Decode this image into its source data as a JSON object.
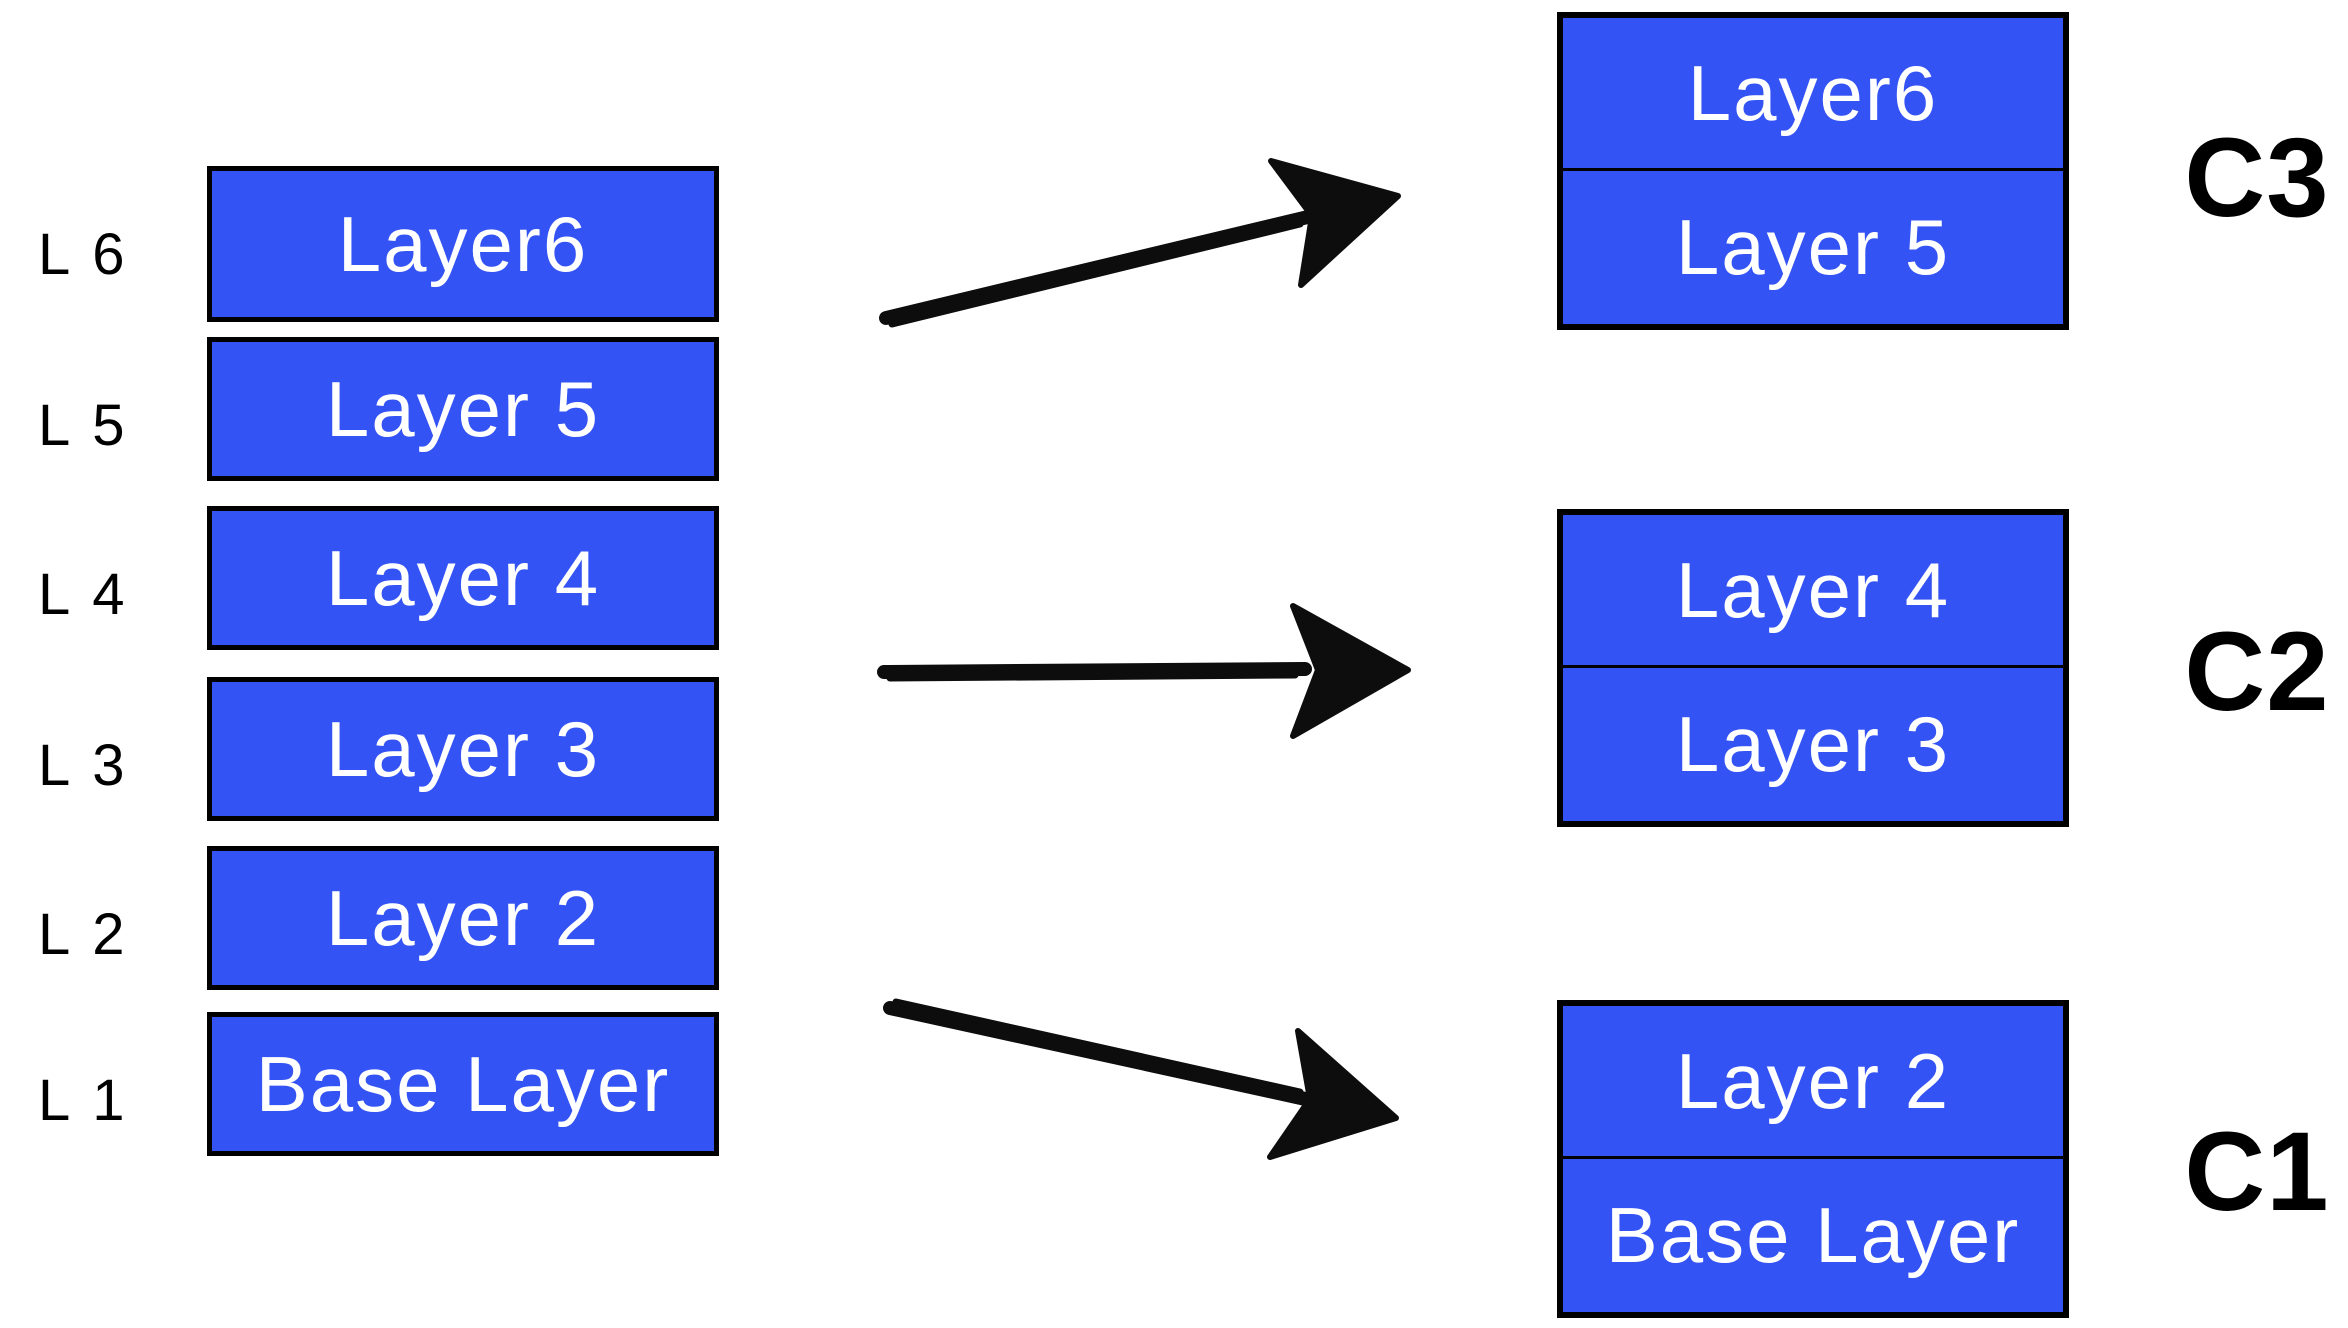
{
  "page": {
    "background": "#ffffff"
  },
  "palette": {
    "box_fill": "#3353f4",
    "box_border": "#000000",
    "box_text": "#ffffff",
    "label_text": "#000000",
    "arrow_color": "#0d0d0d"
  },
  "left_stack": {
    "rows": [
      {
        "side_label": "L 6",
        "box_label": "Layer6"
      },
      {
        "side_label": "L 5",
        "box_label": "Layer 5"
      },
      {
        "side_label": "L 4",
        "box_label": "Layer 4"
      },
      {
        "side_label": "L 3",
        "box_label": "Layer 3"
      },
      {
        "side_label": "L 2",
        "box_label": "Layer 2"
      },
      {
        "side_label": "L 1",
        "box_label": "Base Layer"
      }
    ]
  },
  "containers": [
    {
      "label": "C3",
      "cells": [
        "Layer6",
        "Layer 5"
      ]
    },
    {
      "label": "C2",
      "cells": [
        "Layer 4",
        "Layer 3"
      ]
    },
    {
      "label": "C1",
      "cells": [
        "Layer 2",
        "Base Layer"
      ]
    }
  ],
  "icons": {
    "arrows": [
      "arrow-up-right-icon",
      "arrow-right-icon",
      "arrow-down-right-icon"
    ]
  }
}
